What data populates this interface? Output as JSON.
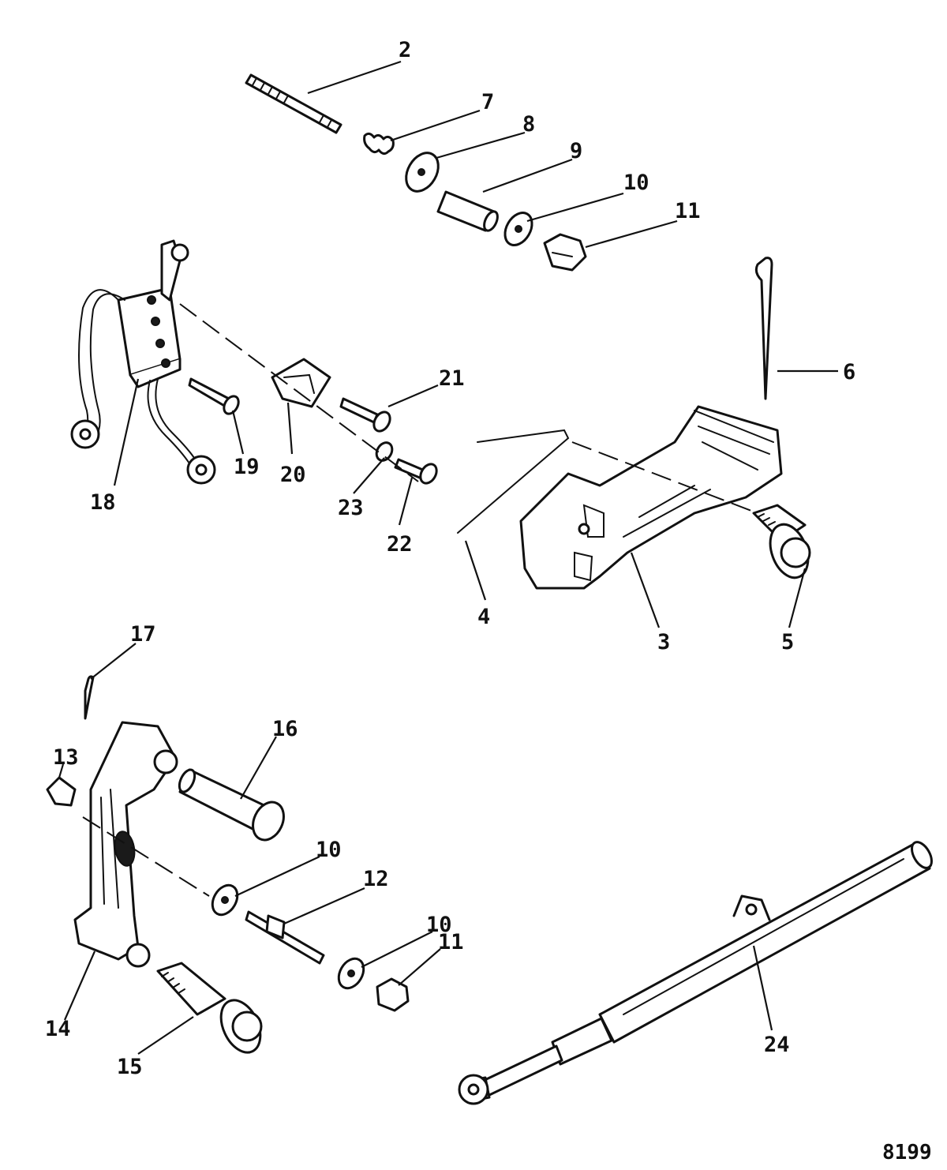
{
  "figure_number": "8199",
  "callouts": {
    "c2": "2",
    "c7": "7",
    "c8": "8",
    "c9": "9",
    "c10a": "10",
    "c11a": "11",
    "c6": "6",
    "c21": "21",
    "c18": "18",
    "c19": "19",
    "c20": "20",
    "c23": "23",
    "c22": "22",
    "c4": "4",
    "c3": "3",
    "c5": "5",
    "c17": "17",
    "c16": "16",
    "c13": "13",
    "c10b": "10",
    "c12": "12",
    "c10c": "10",
    "c11b": "11",
    "c14": "14",
    "c15": "15",
    "c24": "24"
  }
}
